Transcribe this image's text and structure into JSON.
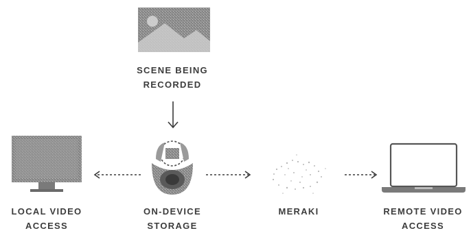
{
  "nodes": {
    "scene": {
      "line1": "SCENE BEING",
      "line2": "RECORDED",
      "icon": "landscape-image-icon"
    },
    "local": {
      "line1": "LOCAL VIDEO",
      "line2": "ACCESS",
      "icon": "desktop-monitor-icon"
    },
    "device": {
      "line1": "ON-DEVICE",
      "line2": "STORAGE",
      "icon": "dome-camera-icon"
    },
    "meraki": {
      "line1": "MERAKI",
      "icon": "cloud-icon"
    },
    "remote": {
      "line1": "REMOTE VIDEO",
      "line2": "ACCESS",
      "icon": "laptop-icon"
    }
  },
  "colors": {
    "line": "#3a3a3a",
    "icon_fill": "#8a8a8a",
    "background": "#ffffff"
  }
}
